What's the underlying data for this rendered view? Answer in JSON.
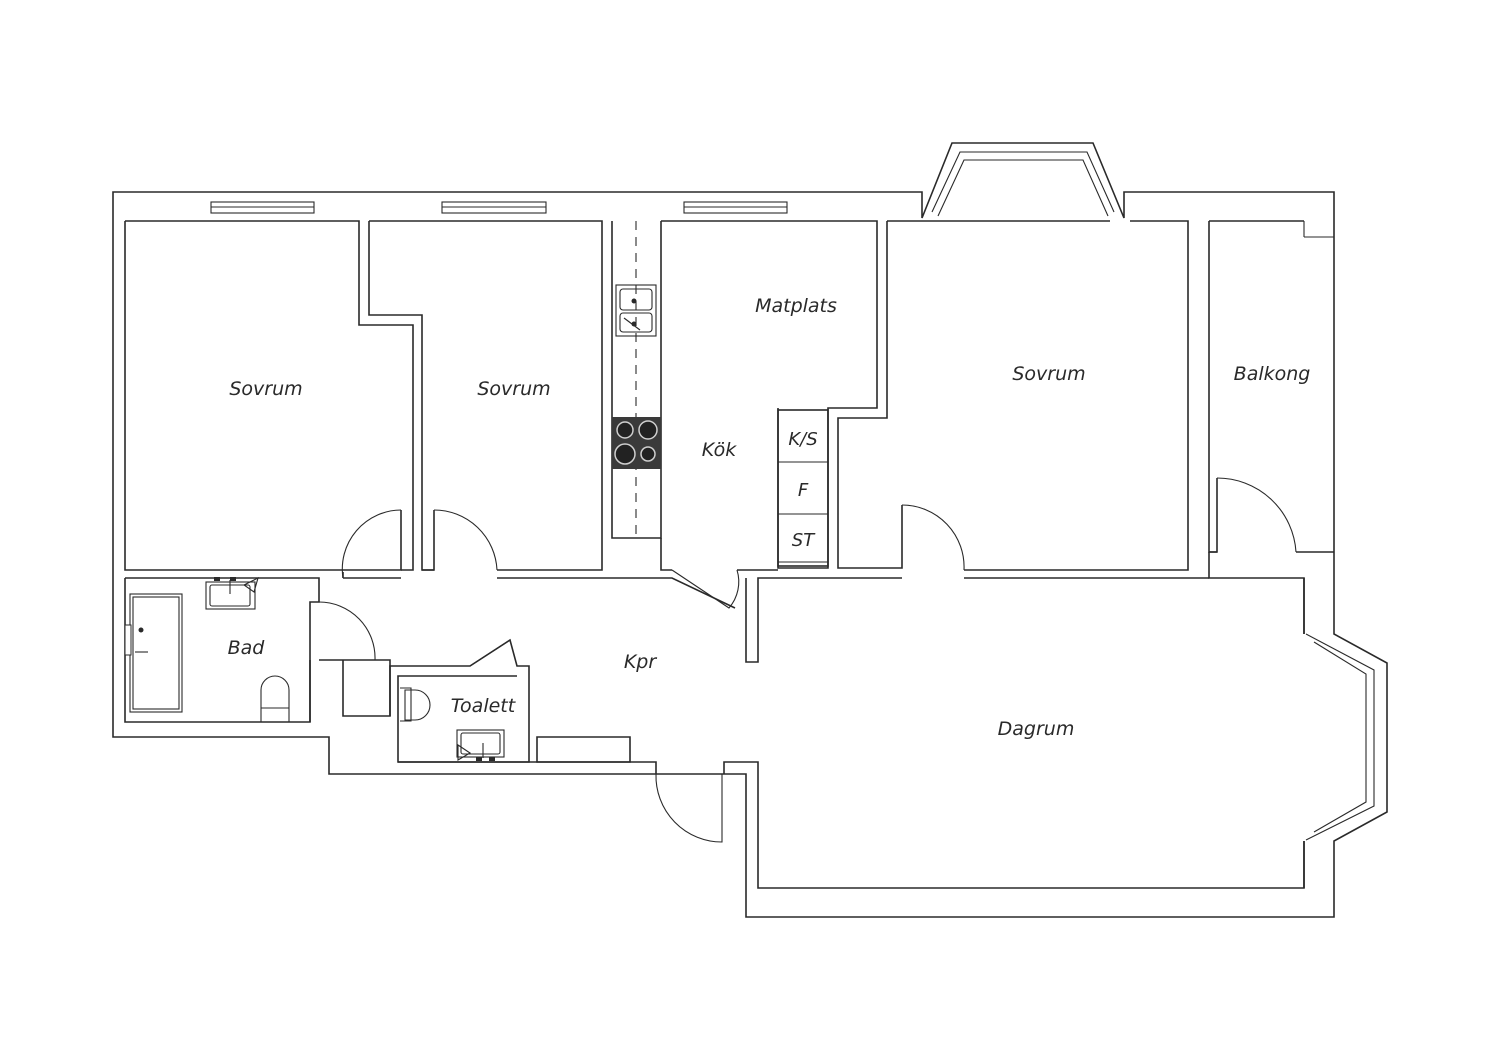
{
  "plan": {
    "rooms": [
      {
        "id": "sovrum-1",
        "label": "Sovrum"
      },
      {
        "id": "sovrum-2",
        "label": "Sovrum"
      },
      {
        "id": "matplats",
        "label": "Matplats"
      },
      {
        "id": "kok",
        "label": "Kök"
      },
      {
        "id": "sovrum-3",
        "label": "Sovrum"
      },
      {
        "id": "balkong",
        "label": "Balkong"
      },
      {
        "id": "bad",
        "label": "Bad"
      },
      {
        "id": "toalett",
        "label": "Toalett"
      },
      {
        "id": "kpr",
        "label": "Kpr"
      },
      {
        "id": "dagrum",
        "label": "Dagrum"
      }
    ],
    "appliances": [
      {
        "id": "ks",
        "label": "K/S"
      },
      {
        "id": "f",
        "label": "F"
      },
      {
        "id": "st",
        "label": "ST"
      }
    ]
  },
  "colors": {
    "line": "#2a2a2a",
    "stove": "#3a3a3a",
    "background": "#ffffff"
  }
}
